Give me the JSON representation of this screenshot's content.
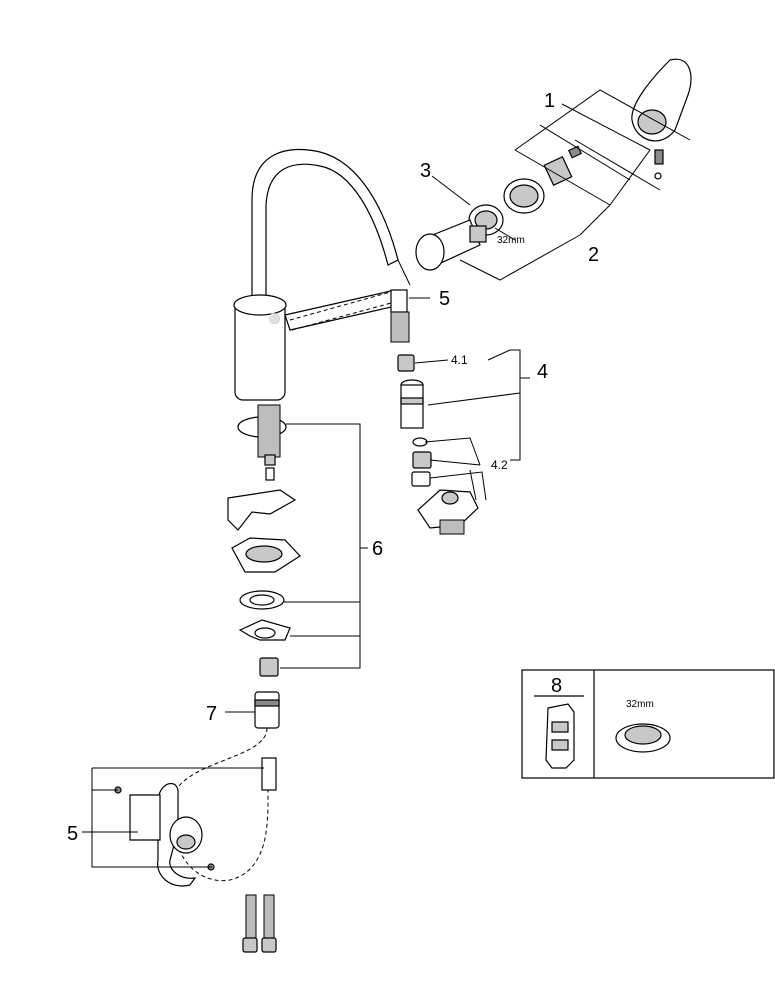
{
  "labels": {
    "l1": "1",
    "l2": "2",
    "l3": "3",
    "l4": "4",
    "l4_1": "4.1",
    "l4_2": "4.2",
    "l5_top": "5",
    "l5_bottom": "5",
    "l6": "6",
    "l7": "7",
    "l8": "8"
  },
  "dimensions": {
    "ring_size": "32mm",
    "inset_ring_size": "32mm"
  }
}
